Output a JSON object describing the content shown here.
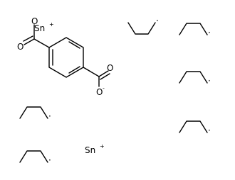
{
  "molecule": {
    "atom_labels": {
      "tin_1": "Sn",
      "tin_1_charge": "+",
      "tin_2": "Sn",
      "tin_2_charge": "+",
      "oxygen_carbonyl_left": "O",
      "oxygen_anion_top": "O",
      "oxygen_carbonyl_right": "O",
      "oxygen_anion_bottom": "O",
      "oxygen_anion_charge": "-"
    },
    "radical_mark": "·",
    "butyl_radical_count": 6
  },
  "colors": {
    "bond": "#000000",
    "text": "#000000",
    "background": "#ffffff"
  }
}
